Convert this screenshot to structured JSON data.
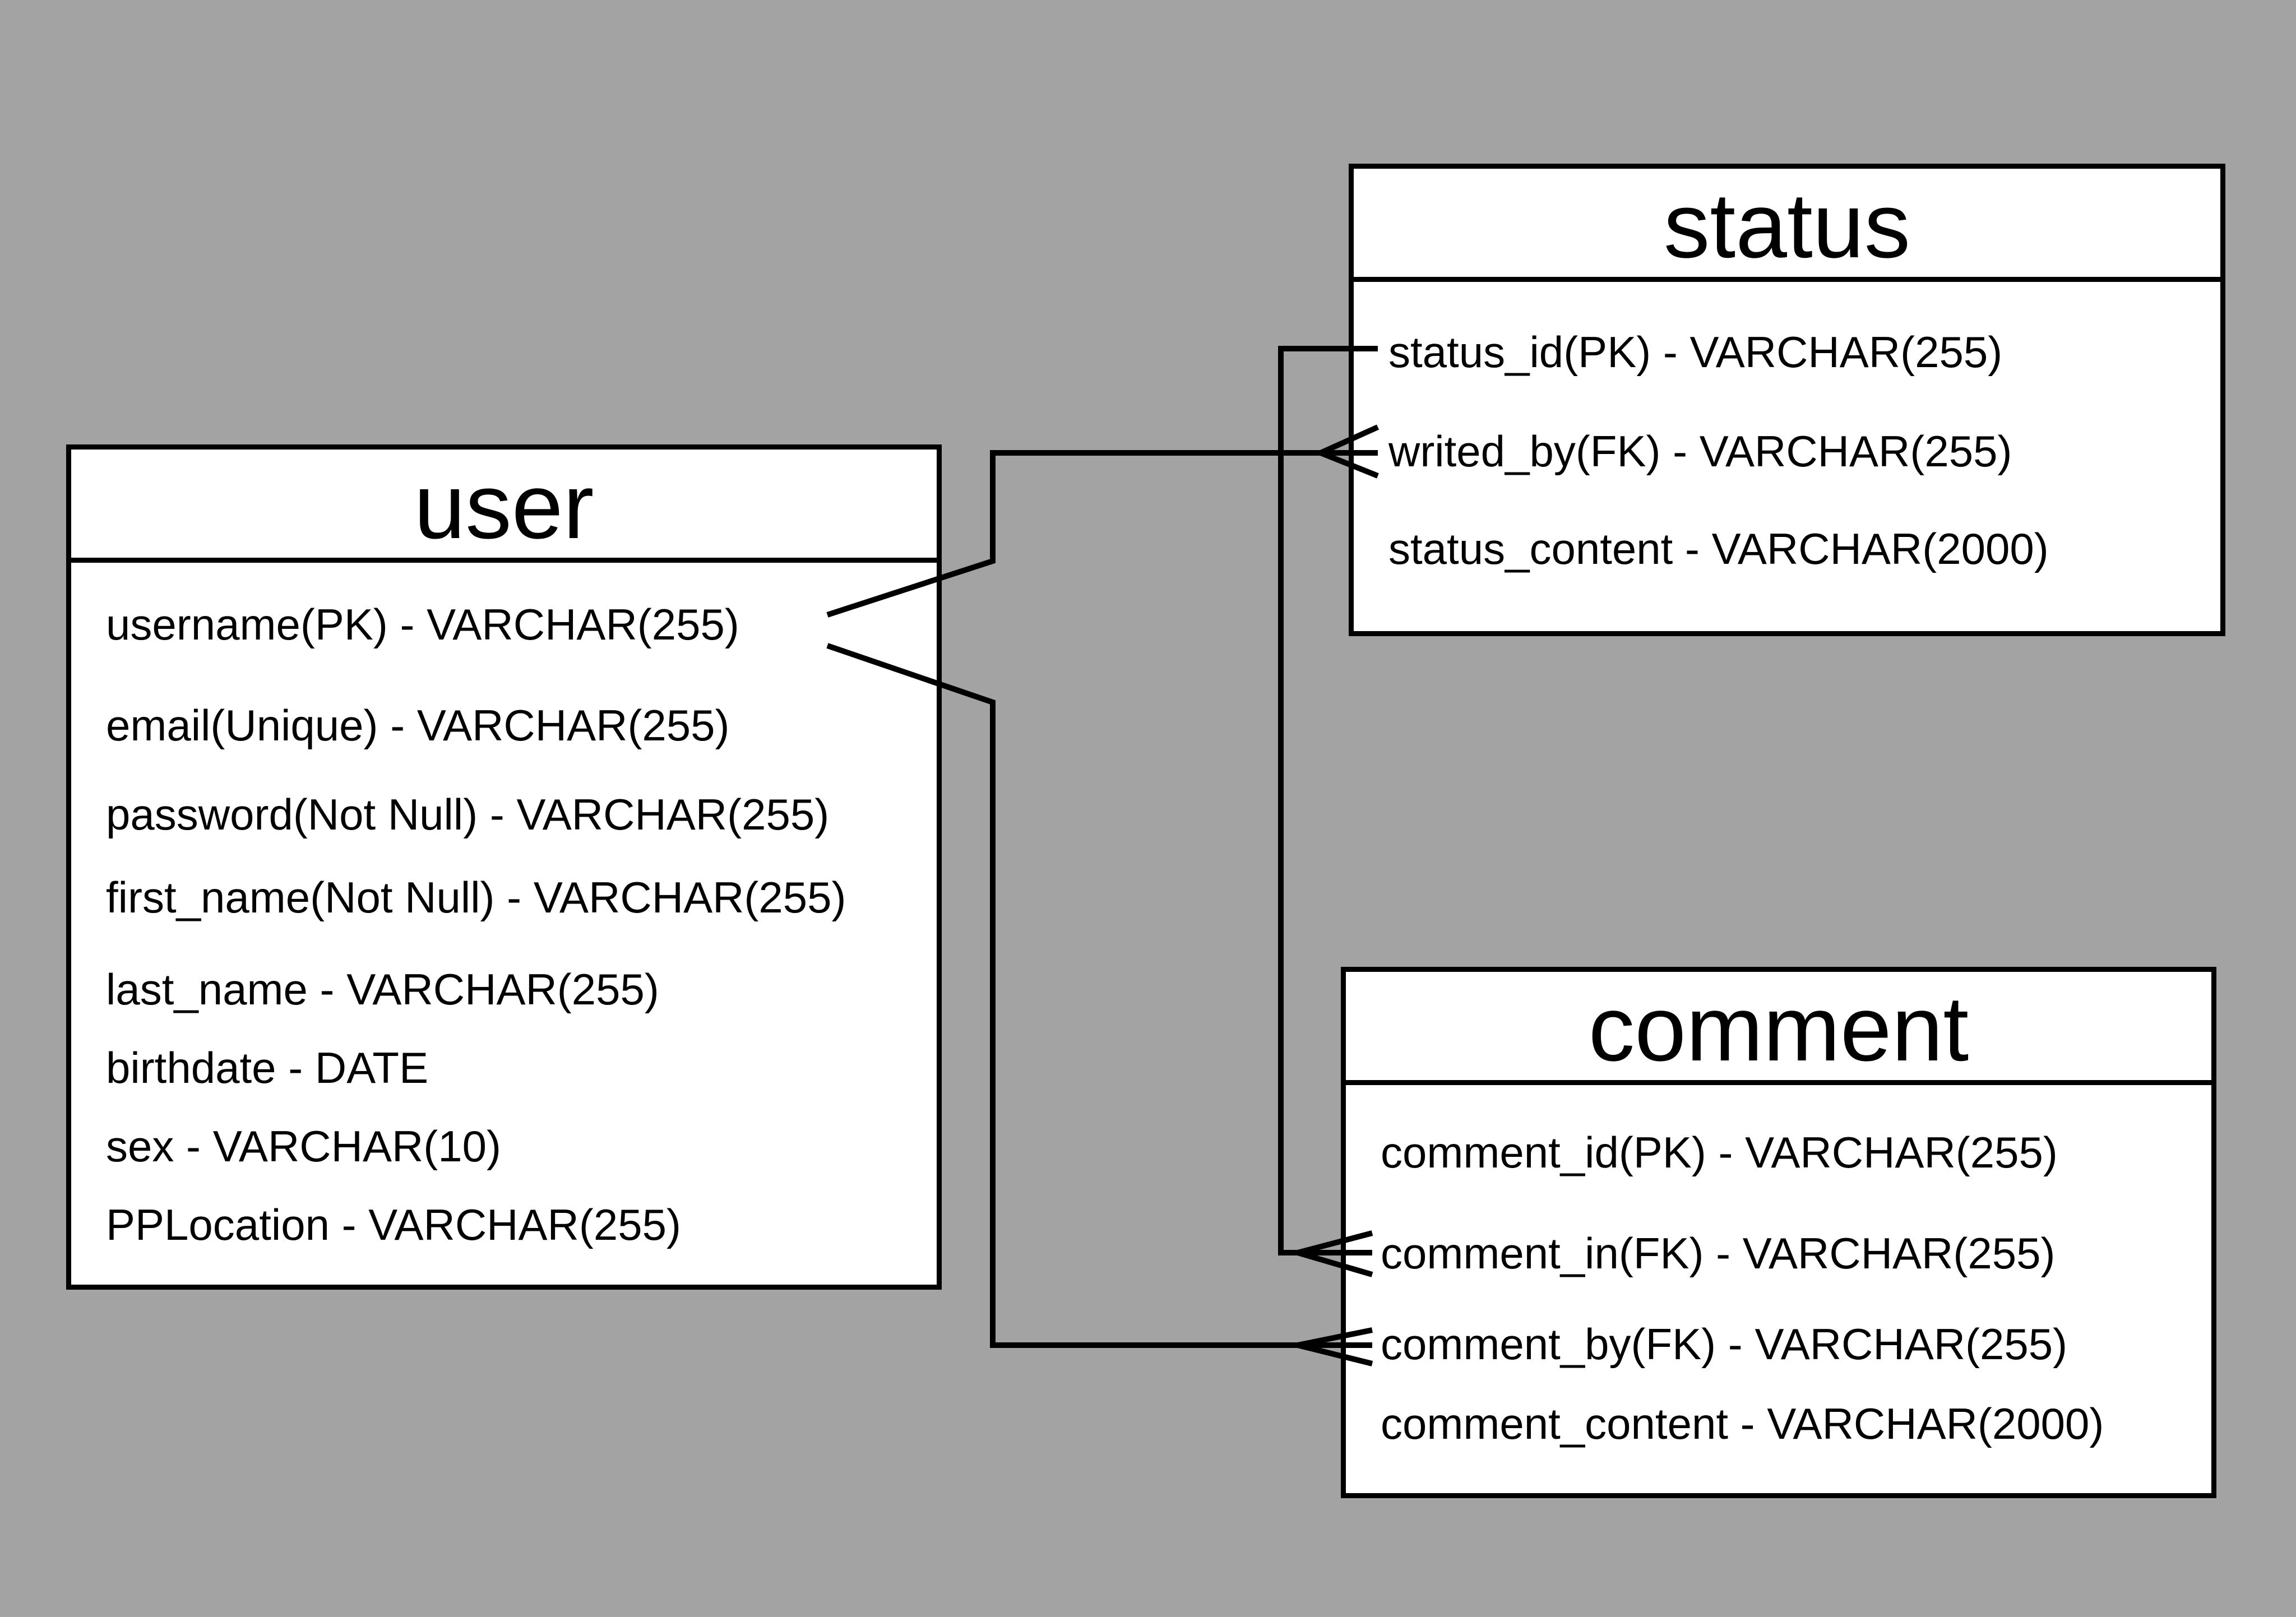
{
  "entities": {
    "user": {
      "title": "user",
      "fields": [
        "username(PK) - VARCHAR(255)",
        "email(Unique) - VARCHAR(255)",
        "password(Not Null) - VARCHAR(255)",
        "first_name(Not Null) - VARCHAR(255)",
        "last_name - VARCHAR(255)",
        "birthdate - DATE",
        "sex - VARCHAR(10)",
        "PPLocation - VARCHAR(255)"
      ]
    },
    "status": {
      "title": "status",
      "fields": [
        "status_id(PK) - VARCHAR(255)",
        "writed_by(FK) - VARCHAR(255)",
        "status_content - VARCHAR(2000)"
      ]
    },
    "comment": {
      "title": "comment",
      "fields": [
        "comment_id(PK) - VARCHAR(255)",
        "comment_in(FK) - VARCHAR(255)",
        "comment_by(FK) - VARCHAR(255)",
        "comment_content - VARCHAR(2000)"
      ]
    }
  },
  "relationships": [
    {
      "from": "user.username",
      "to": "status.writed_by",
      "cardinality": "one-to-many"
    },
    {
      "from": "user.username",
      "to": "comment.comment_by",
      "cardinality": "one-to-many"
    },
    {
      "from": "status.status_id",
      "to": "comment.comment_in",
      "cardinality": "one-to-many"
    }
  ],
  "colors": {
    "background": "#a3a3a3",
    "table_fill": "#ffffff",
    "line": "#000000"
  }
}
